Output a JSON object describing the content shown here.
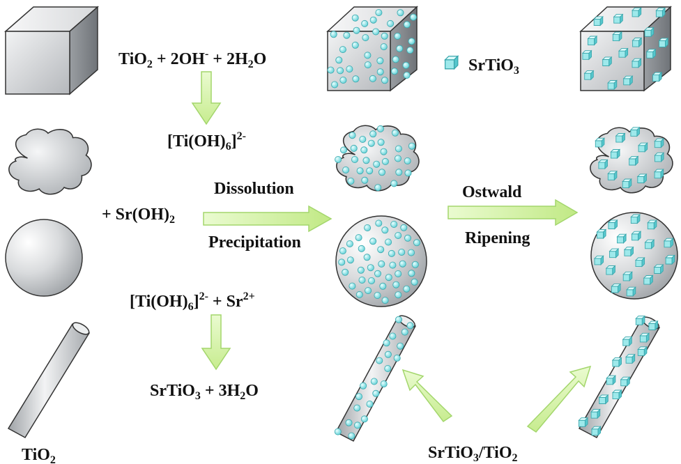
{
  "eq1": {
    "a": "TiO",
    "a_sub": "2",
    "b": " + 2OH",
    "b_sup": "-",
    "c": " + 2H",
    "c_sub": "2",
    "d": "O"
  },
  "eq2": {
    "a": "[Ti(OH)",
    "a_sub": "6",
    "b": "]",
    "b_sup": "2-"
  },
  "eq3": {
    "a": "+ Sr(OH)",
    "a_sub": "2"
  },
  "eq4": {
    "a": "[Ti(OH)",
    "a_sub": "6",
    "b": "]",
    "b_sup": "2-",
    "c": " + Sr",
    "c_sup": "2+"
  },
  "eq5": {
    "a": "SrTiO",
    "a_sub": "3",
    "b": " + 3H",
    "b_sub": "2",
    "c": "O"
  },
  "labels": {
    "dissolution": "Dissolution",
    "precipitation": "Precipitation",
    "ostwald": "Ostwald",
    "ripening": "Ripening"
  },
  "legend": {
    "a": "SrTiO",
    "a_sub": "3"
  },
  "bottom_left": {
    "a": "TiO",
    "a_sub": "2"
  },
  "bottom_right": {
    "a": "SrTiO",
    "a_sub": "3",
    "b": "/TiO",
    "b_sub": "2"
  },
  "colors": {
    "particle": "#7fe0e3",
    "particle_edge": "#2c9aa0",
    "body": "#cdd0d3",
    "arrow_fill": "#d7f2a8",
    "arrow_edge": "#9fd46a"
  },
  "icons": [
    "cube-icon",
    "cloud-icon",
    "sphere-icon",
    "rod-icon",
    "cube-particle-icon",
    "arrow-icon"
  ]
}
